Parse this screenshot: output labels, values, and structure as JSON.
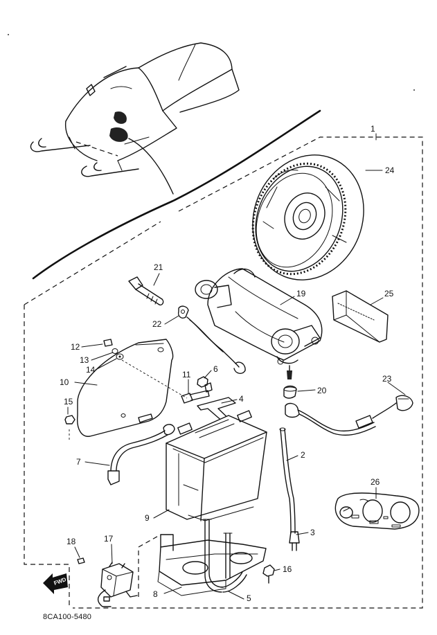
{
  "diagram": {
    "footer_code": "8CA100-5480",
    "fwd_label": "FWD",
    "callouts": {
      "c1": "1",
      "c2": "2",
      "c3": "3",
      "c4": "4",
      "c5": "5",
      "c6": "6",
      "c7": "7",
      "c8": "8",
      "c9": "9",
      "c10": "10",
      "c11": "11",
      "c12": "12",
      "c13": "13",
      "c14": "14",
      "c15": "15",
      "c16": "16",
      "c17": "17",
      "c18": "18",
      "c19": "19",
      "c20": "20",
      "c21": "21",
      "c22": "22",
      "c23": "23",
      "c24": "24",
      "c25": "25",
      "c26": "26"
    }
  }
}
